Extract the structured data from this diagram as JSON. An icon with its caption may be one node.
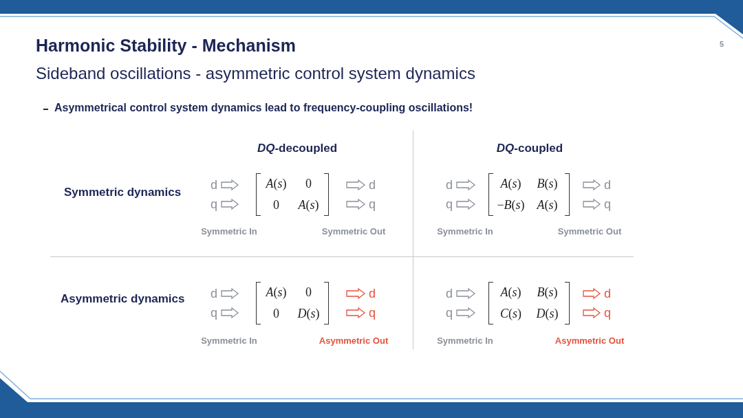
{
  "diagram": {
    "title": "Harmonic Stability - Mechanism",
    "nodes": [
      {
        "text": [
          "d"
        ]
      },
      {
        "text": [
          "q"
        ]
      },
      {
        "text": [
          "*A*(*s*)",
          "0",
          "0",
          "*A*(*s*)"
        ],
        "beside": [
          "Symmetric In",
          "Symmetric Out"
        ]
      },
      {
        "text": [
          "d"
        ]
      },
      {
        "text": [
          "q"
        ]
      },
      {
        "text": [
          "d"
        ]
      },
      {
        "text": [
          "q"
        ]
      },
      {
        "text": [
          "*A*(*s*)",
          "*B*(*s*)",
          "−*B*(*s*)",
          "*A*(*s*)"
        ],
        "beside": [
          "Symmetric In",
          "Symmetric Out"
        ]
      },
      {
        "text": [
          "d"
        ]
      },
      {
        "text": [
          "q"
        ]
      },
      {
        "text": [
          "d"
        ]
      },
      {
        "text": [
          "q"
        ]
      },
      {
        "text": [
          "*A*(*s*)",
          "0",
          "0",
          "*D*(*s*)"
        ],
        "beside": [
          "Symmetric In",
          "Asymmetric Out"
        ]
      },
      {
        "text": [
          "d"
        ]
      },
      {
        "text": [
          "q"
        ]
      },
      {
        "text": [
          "d"
        ]
      },
      {
        "text": [
          "q"
        ]
      },
      {
        "text": [
          "*A*(*s*)",
          "*B*(*s*)",
          "*C*(*s*)",
          "*D*(*s*)"
        ],
        "beside": [
          "Symmetric In",
          "Asymmetric Out"
        ]
      },
      {
        "text": [
          "d"
        ]
      },
      {
        "text": [
          "q"
        ]
      }
    ],
    "edges": [
      {
        "from": 0,
        "to": 2,
        "arrow": "to"
      },
      {
        "from": 1,
        "to": 2,
        "arrow": "to"
      },
      {
        "from": 2,
        "to": 3,
        "arrow": "to"
      },
      {
        "from": 2,
        "to": 4,
        "arrow": "to"
      },
      {
        "from": 5,
        "to": 7,
        "arrow": "to"
      },
      {
        "from": 6,
        "to": 7,
        "arrow": "to"
      },
      {
        "from": 7,
        "to": 8,
        "arrow": "to"
      },
      {
        "from": 7,
        "to": 9,
        "arrow": "to"
      },
      {
        "from": 10,
        "to": 12,
        "arrow": "to"
      },
      {
        "from": 11,
        "to": 12,
        "arrow": "to"
      },
      {
        "from": 12,
        "to": 13,
        "arrow": "to",
        "color": "#e5533d"
      },
      {
        "from": 12,
        "to": 14,
        "arrow": "to",
        "color": "#e5533d"
      },
      {
        "from": 15,
        "to": 17,
        "arrow": "to"
      },
      {
        "from": 16,
        "to": 17,
        "arrow": "to"
      },
      {
        "from": 17,
        "to": 18,
        "arrow": "to",
        "color": "#e5533d"
      },
      {
        "from": 17,
        "to": 19,
        "arrow": "to",
        "color": "#e5533d"
      }
    ],
    "labels": [
      "5",
      "Sideband oscillations - asymmetric control system dynamics",
      "Asymmetrical control system dynamics lead to frequency-coupling oscillations!",
      "*DQ*-decoupled",
      "*DQ*-coupled",
      "Symmetric dynamics",
      "Asymmetric dynamics"
    ]
  }
}
